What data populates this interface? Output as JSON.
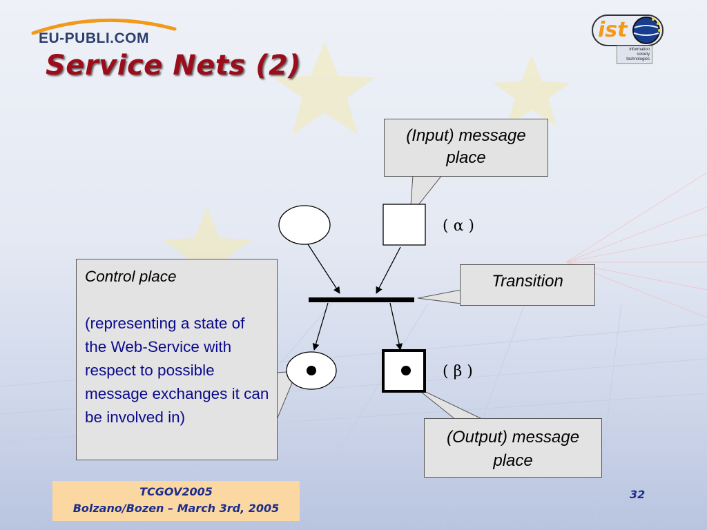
{
  "header": {
    "brand_logo_text": "EU-PUBLI.COM",
    "title": "Service Nets (2)",
    "ist_logo": {
      "mark_text": "ist",
      "tagline": [
        "information",
        "society",
        "technologies"
      ]
    }
  },
  "diagram": {
    "callouts": {
      "input_message_place": "(Input) message place",
      "transition": "Transition",
      "output_message_place": "(Output) message place",
      "control_place_title": "Control place",
      "control_place_description": "(representing a state of the Web-Service with respect to possible message exchanges it can be involved in)"
    },
    "labels": {
      "alpha": "( α )",
      "beta": "( β )"
    }
  },
  "footer": {
    "conference": "TCGOV2005",
    "location_date": "Bolzano/Bozen – March 3rd, 2005",
    "page_number": "32"
  },
  "colors": {
    "title": "#9b0d1a",
    "footer_text": "#1c2d8c",
    "footer_background": "#fbd7a2",
    "callout_fill": "#e3e3e3",
    "control_text": "#0a0a8c"
  }
}
